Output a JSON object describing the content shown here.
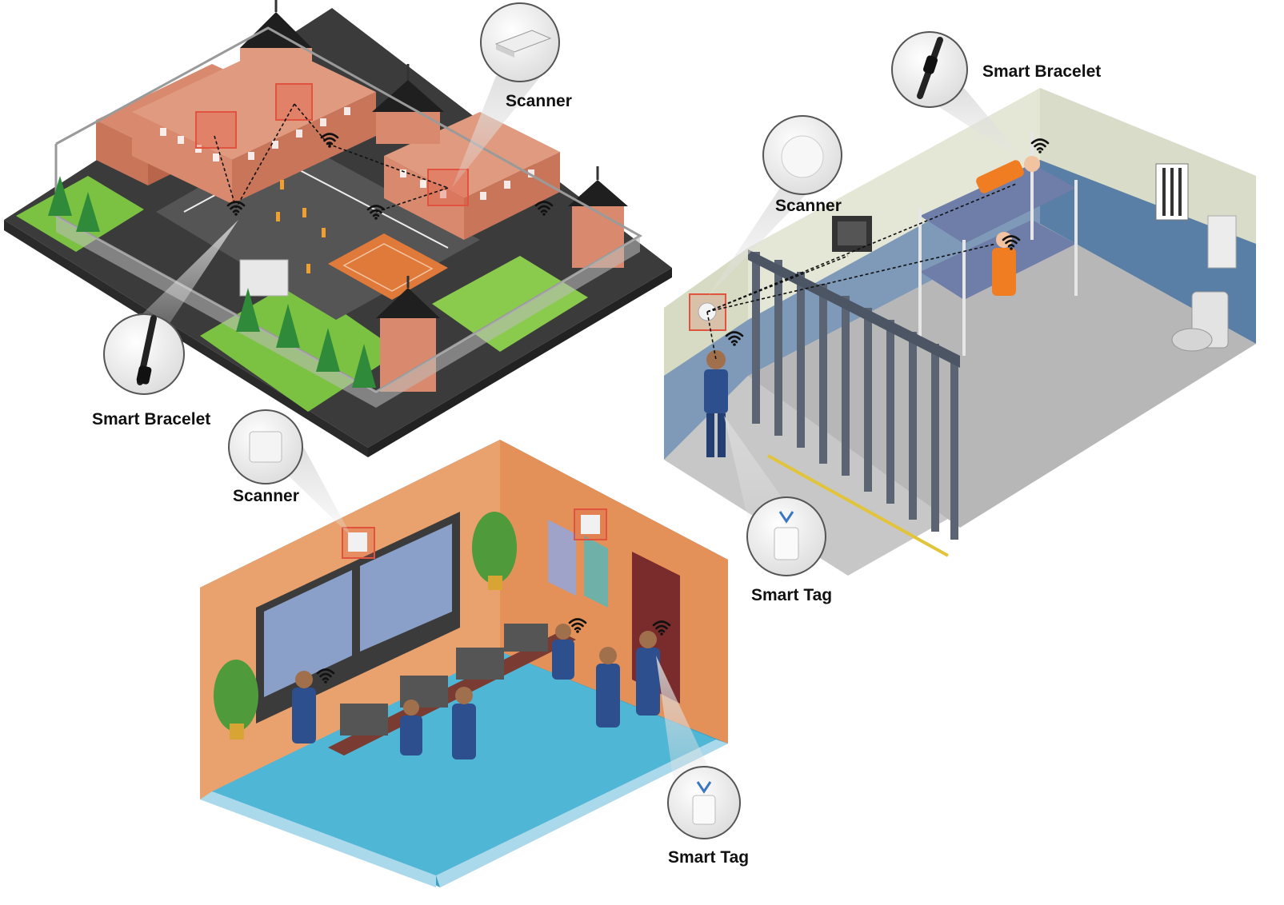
{
  "labels": {
    "yard_scanner": "Scanner",
    "yard_bracelet": "Smart Bracelet",
    "cell_bracelet": "Smart Bracelet",
    "cell_scanner": "Scanner",
    "cell_tag": "Smart Tag",
    "control_scanner": "Scanner",
    "control_tag": "Smart Tag"
  },
  "colors": {
    "ground": "#4a4a4a",
    "grass": "#7cc242",
    "brick": "#d98a6e",
    "roof": "#1f1f1f",
    "cell_wall": "#7f9ab8",
    "cell_floor": "#bdbdbd",
    "control_wall": "#e9a26e",
    "control_floor": "#4fb6d6",
    "uniform": "#2d4f8e",
    "prisoner": "#f07d22",
    "highlight": "#e0533f"
  },
  "icons": [
    "wifi-icon",
    "scanner-device-icon",
    "smart-bracelet-icon",
    "smart-tag-icon"
  ]
}
